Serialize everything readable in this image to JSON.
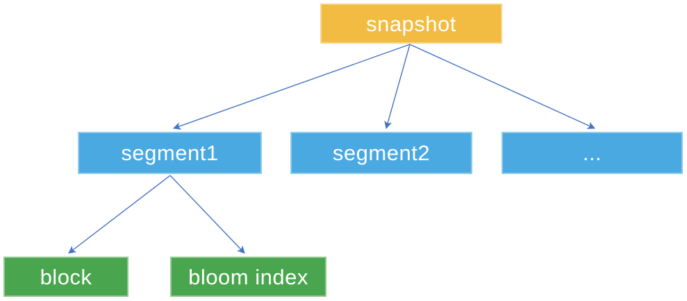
{
  "diagram": {
    "type": "tree",
    "background": "#FFFFFF",
    "nodes": {
      "snapshot": {
        "label": "snapshot",
        "color": "#F2BC42"
      },
      "segment1": {
        "label": "segment1",
        "color": "#4AA9E0"
      },
      "segment2": {
        "label": "segment2",
        "color": "#4AA9E0"
      },
      "more": {
        "label": "...",
        "color": "#4AA9E0"
      },
      "block": {
        "label": "block",
        "color": "#4AA64E"
      },
      "bloom_index": {
        "label": "bloom index",
        "color": "#4AA64E"
      }
    },
    "edges": [
      {
        "from": "snapshot",
        "to": "segment1"
      },
      {
        "from": "snapshot",
        "to": "segment2"
      },
      {
        "from": "snapshot",
        "to": "more"
      },
      {
        "from": "segment1",
        "to": "block"
      },
      {
        "from": "segment1",
        "to": "bloom_index"
      }
    ],
    "colors": {
      "connector": "#4472C4",
      "label_text": "#FFFFFF"
    }
  }
}
